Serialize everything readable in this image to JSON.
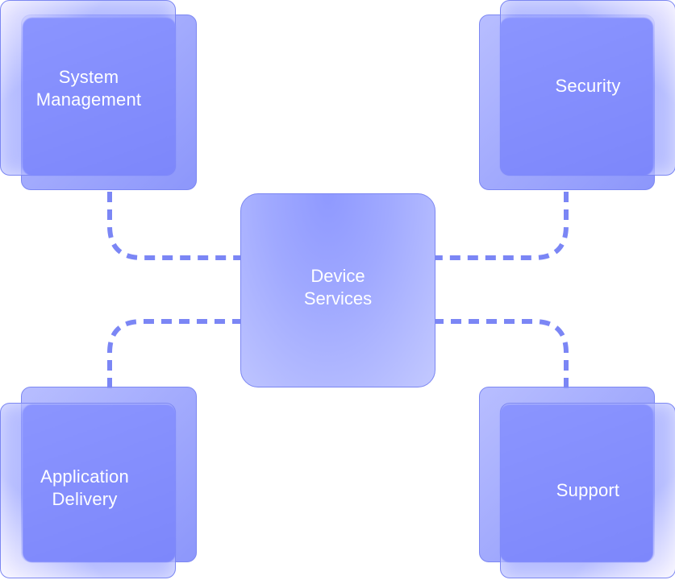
{
  "diagram": {
    "center": {
      "id": "device-services",
      "label": "Device\nServices"
    },
    "nodes": [
      {
        "id": "system-management",
        "label": "System\nManagement",
        "position": "top-left"
      },
      {
        "id": "security",
        "label": "Security",
        "position": "top-right"
      },
      {
        "id": "application-delivery",
        "label": "Application\nDelivery",
        "position": "bottom-left"
      },
      {
        "id": "support",
        "label": "Support",
        "position": "bottom-right"
      }
    ],
    "edges": [
      {
        "from": "device-services",
        "to": "system-management",
        "style": "dashed"
      },
      {
        "from": "device-services",
        "to": "security",
        "style": "dashed"
      },
      {
        "from": "device-services",
        "to": "application-delivery",
        "style": "dashed"
      },
      {
        "from": "device-services",
        "to": "support",
        "style": "dashed"
      }
    ],
    "colors": {
      "connector": "#7b86f5",
      "border": "#7c87f2",
      "node_fill": "#8b95ff",
      "center_fill_top": "#8f99ff",
      "center_fill_bottom": "#c3c9ff",
      "label_text": "#ffffff"
    }
  }
}
